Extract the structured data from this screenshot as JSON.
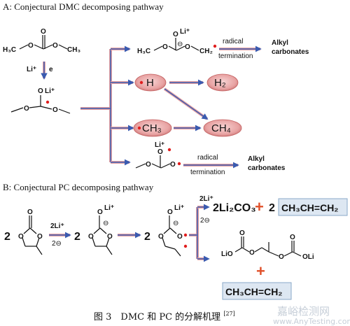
{
  "section_a": {
    "title": "A: Conjectural DMC decomposing pathway"
  },
  "section_b": {
    "title": "B: Conjectural PC decomposing pathway"
  },
  "dmc": {
    "h3c": "H₃C",
    "ch3": "CH₃",
    "o": "O",
    "reagent_li": "Li⁺",
    "reagent_e": "e",
    "radical_li": "Li⁺",
    "top_product": {
      "h3c": "H₃C",
      "ch2": "CH₂",
      "li": "Li⁺",
      "minus": "⊖"
    },
    "radical_termination_1": "radical termination",
    "alkyl_carbonates_1": "Alkyl carbonates",
    "oval_h": "H",
    "oval_h2": "H₂",
    "oval_ch3": "CH₃",
    "oval_ch4": "CH₄",
    "bottom_product": {
      "li": "Li⁺",
      "o": "O"
    },
    "radical_termination_2": "radical termination",
    "alkyl_carbonates_2": "Alkyl carbonates"
  },
  "pc": {
    "coef_2": "2",
    "step1_li": "2Li⁺",
    "step1_e": "2⊖",
    "li_plus": "Li⁺",
    "minus": "⊖",
    "step3_li": "2Li⁺",
    "step3_e": "2⊖",
    "product_li2co3": "2Li₂CO₃",
    "plus": "+",
    "propene_coef": "2",
    "propene": "CH₃CH=CH₂",
    "lio": "LiO",
    "oli": "OLi",
    "propene_2": "CH₃CH=CH₂"
  },
  "caption": "图 3　DMC 和 PC 的分解机理",
  "caption_ref": "[27]",
  "watermark": {
    "line1": "嘉峪检测网",
    "line2": "www.AnyTesting.com"
  },
  "colors": {
    "arrow": "#3a5bb0",
    "arrow_glow": "#e7a0a0",
    "oval": "#e8a3a3",
    "oval_edge": "#c46060",
    "radical_dot": "#e01e1e",
    "plus": "#e0502a",
    "box": "#dde7f2",
    "box_edge": "#8aa8c8"
  }
}
